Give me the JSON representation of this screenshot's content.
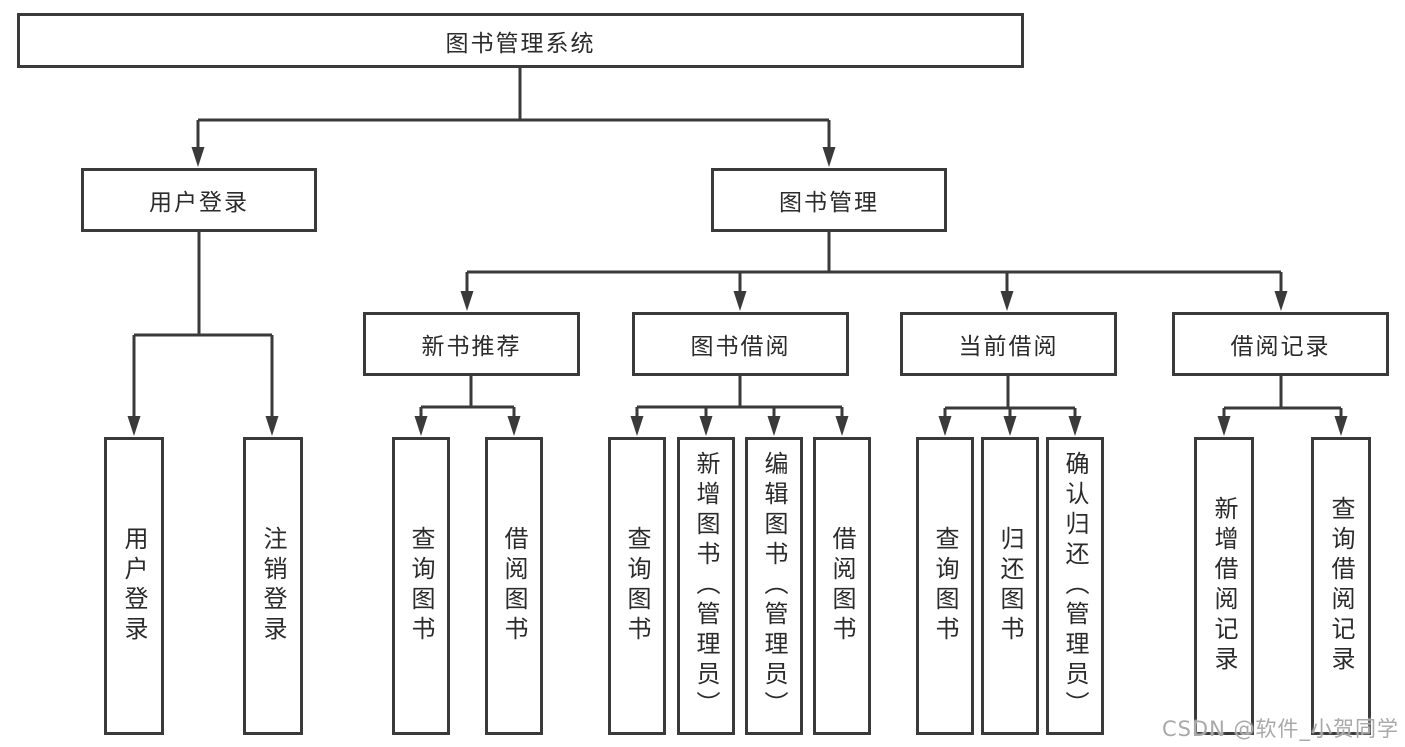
{
  "diagram": {
    "colors": {
      "line": "#3a3a3a",
      "box_border": "#3a3a3a",
      "box_fill": "#ffffff",
      "text": "#2b2b2b",
      "background": "#ffffff",
      "watermark": "#a9a9a9"
    },
    "tree": {
      "root": {
        "label": "图书管理系统",
        "children": [
          {
            "label": "用户登录",
            "children": [
              {
                "label": "用户登录"
              },
              {
                "label": "注销登录"
              }
            ]
          },
          {
            "label": "图书管理",
            "children": [
              {
                "label": "新书推荐",
                "children": [
                  {
                    "label": "查询图书"
                  },
                  {
                    "label": "借阅图书"
                  }
                ]
              },
              {
                "label": "图书借阅",
                "children": [
                  {
                    "label": "查询图书"
                  },
                  {
                    "label": "新增图书（管理员）"
                  },
                  {
                    "label": "编辑图书（管理员）"
                  },
                  {
                    "label": "借阅图书"
                  }
                ]
              },
              {
                "label": "当前借阅",
                "children": [
                  {
                    "label": "查询图书"
                  },
                  {
                    "label": "归还图书"
                  },
                  {
                    "label": "确认归还（管理员）"
                  }
                ]
              },
              {
                "label": "借阅记录",
                "children": [
                  {
                    "label": "新增借阅记录"
                  },
                  {
                    "label": "查询借阅记录"
                  }
                ]
              }
            ]
          }
        ]
      }
    }
  },
  "watermark": {
    "text": "CSDN @软件_小贺同学"
  }
}
